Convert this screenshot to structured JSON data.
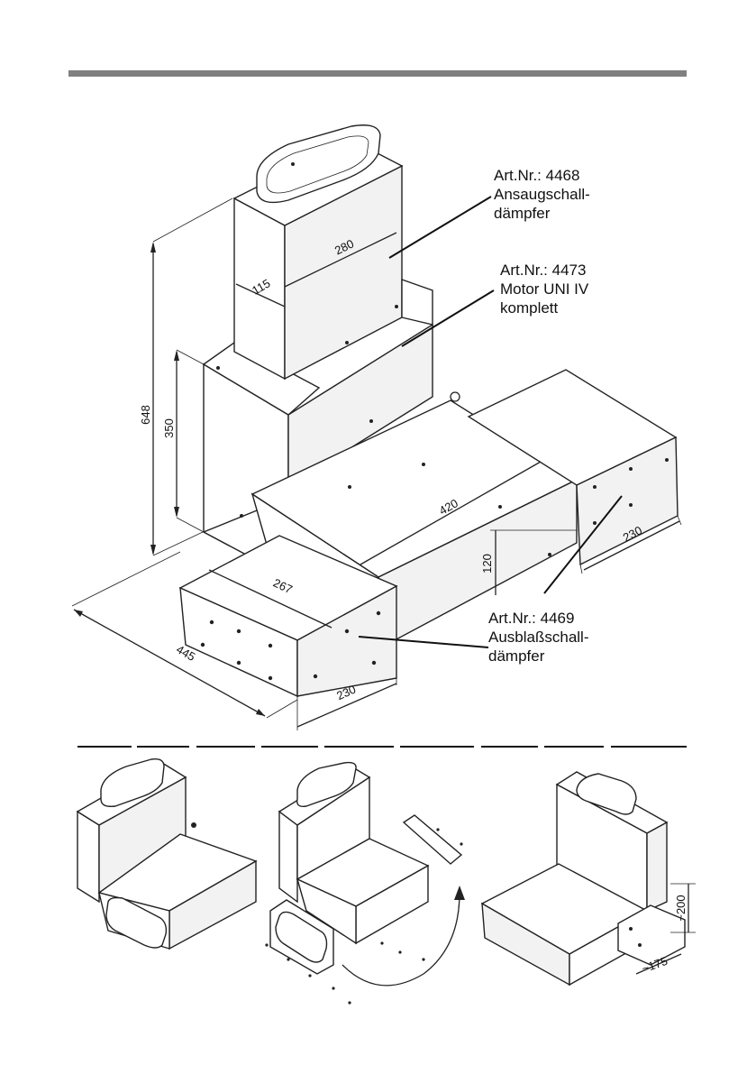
{
  "callouts": {
    "intake_silencer": {
      "art_nr": "Art.Nr.: 4468",
      "line1": "Ansaugschall-",
      "line2": "dämpfer"
    },
    "motor": {
      "art_nr": "Art.Nr.: 4473",
      "line1": "Motor UNI IV",
      "line2": "komplett"
    },
    "exhaust_silencer": {
      "art_nr": "Art.Nr.: 4469",
      "line1": "Ausblaßschall-",
      "line2": "dämpfer"
    }
  },
  "dimensions": {
    "height_total": "648",
    "height_motor": "350",
    "intake_length": "280",
    "intake_depth": "115",
    "exhaust_length": "420",
    "exhaust_height": "120",
    "right_width": "230",
    "front_length": "267",
    "base_length": "445",
    "front_width": "230",
    "side_height": "~200",
    "side_width": "~175"
  },
  "colors": {
    "header_rule": "#808080",
    "line": "#222222"
  }
}
